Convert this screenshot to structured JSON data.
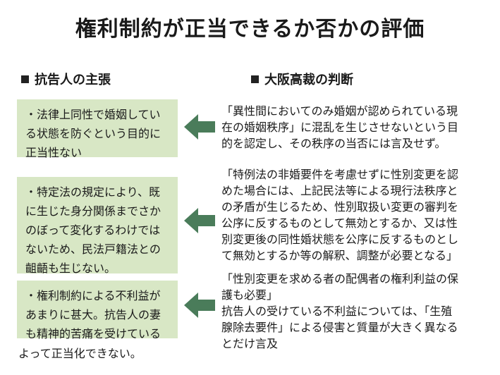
{
  "title": "権利制約が正当できるか否かの評価",
  "left_header": "抗告人の主張",
  "right_header": "大阪高裁の判断",
  "claims": [
    {
      "lines": [
        "・法律上同性で婚姻してい",
        "る状態を防ぐという目的に",
        "正当性ない"
      ]
    },
    {
      "lines": [
        "・特定法の規定により、既",
        "に生じた身分関係までさか",
        "のぼって変化するわけでは",
        "ないため、民法戸籍法との",
        "齟齬も生じない。"
      ]
    },
    {
      "lines": [
        "・権利制約による不利益が",
        "あまりに甚大。抗告人の妻",
        "も精神的苦痛を受けている"
      ]
    }
  ],
  "judgments": [
    {
      "lines": [
        "「異性間においてのみ婚姻が認められている現",
        "在の婚姻秩序」に混乱を生じさせないという目",
        "的を認定し、その秩序の当否には言及せず。"
      ]
    },
    {
      "lines": [
        "「特例法の非婚要件を考慮せずに性別変更を認",
        "めた場合には、上記民法等による現行法秩序と",
        "の矛盾が生じるため、性別取扱い変更の審判を",
        "公序に反するものとして無効とするか、又は性",
        "別変更後の同性婚状態を公序に反するものとし",
        "て無効とするか等の解釈、調整が必要となる」"
      ]
    },
    {
      "lines": [
        "「性別変更を求める者の配偶者の権利利益の保",
        "護も必要」",
        "抗告人の受けている不利益については、「生殖",
        "腺除去要件」による侵害と質量が大きく異なる",
        "とだけ言及"
      ]
    }
  ],
  "footer": "よって正当化できない。",
  "colors": {
    "box_fill": "#d8e7c5",
    "arrow": "#4a7c5a",
    "text": "#1a1a1a"
  },
  "icons": [
    "arrow-left-icon",
    "square-bullet-icon"
  ]
}
